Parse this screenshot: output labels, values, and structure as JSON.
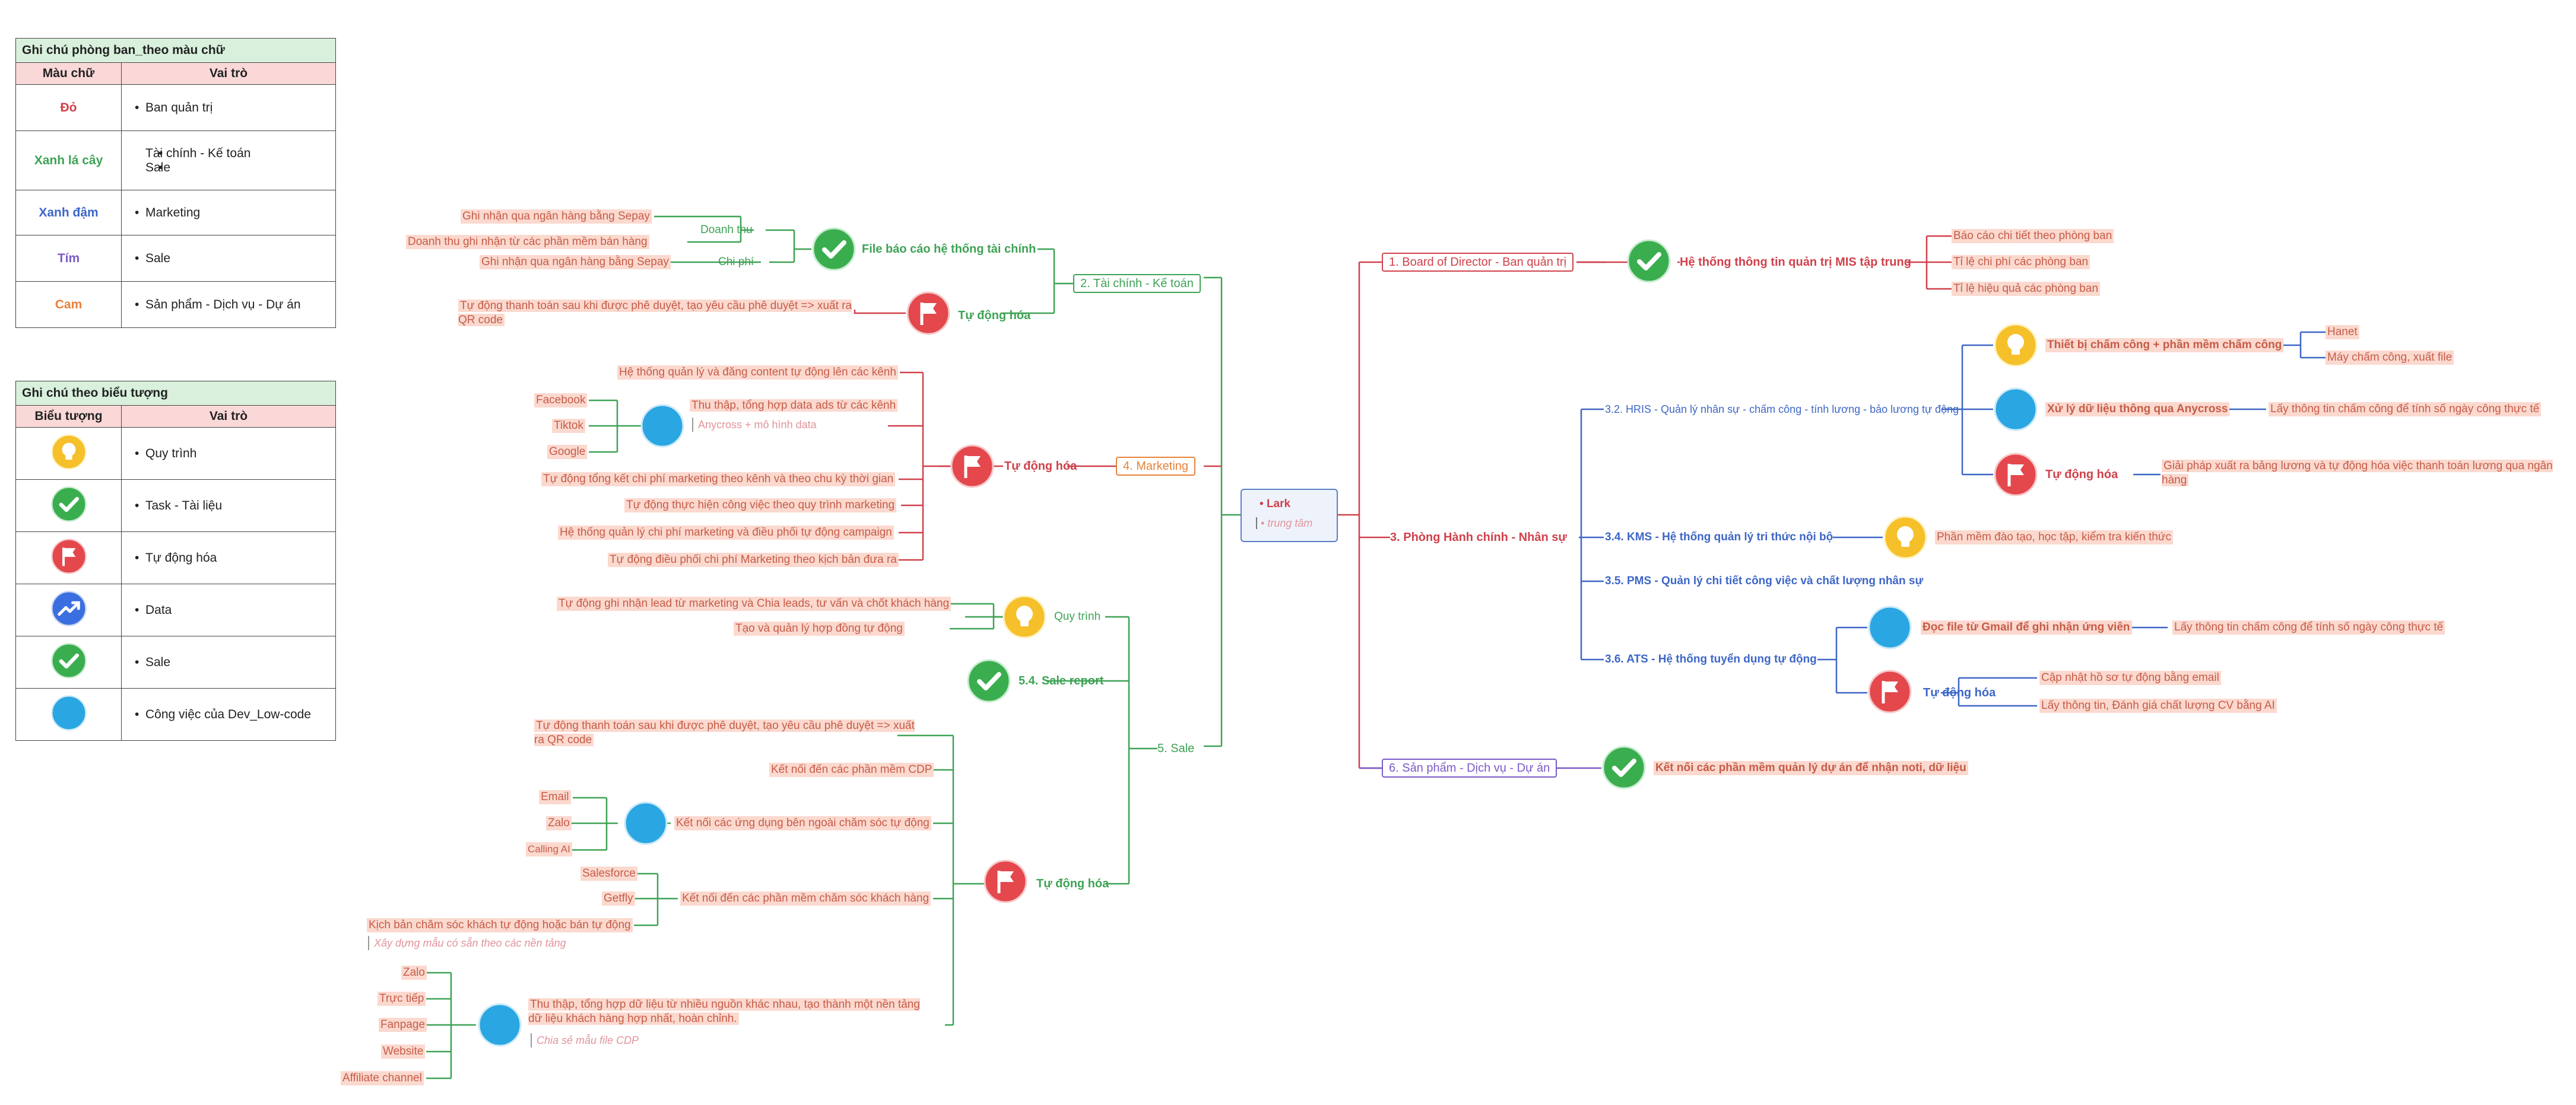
{
  "legend_color": {
    "title": "Ghi chú phòng ban_theo màu chữ",
    "col1": "Màu chữ",
    "col2": "Vai trò",
    "rows": [
      {
        "color_name": "Đỏ",
        "color": "#d0414b",
        "roles": [
          "Ban quản trị"
        ]
      },
      {
        "color_name": "Xanh lá cây",
        "color": "#3ea355",
        "roles": [
          "Tài chính - Kế toán",
          "Sale"
        ]
      },
      {
        "color_name": "Xanh đậm",
        "color": "#3d66c6",
        "roles": [
          "Marketing"
        ]
      },
      {
        "color_name": "Tím",
        "color": "#7b5ac9",
        "roles": [
          "Sale"
        ]
      },
      {
        "color_name": "Cam",
        "color": "#e7823a",
        "roles": [
          "Sản phẩm - Dịch vụ - Dự án"
        ]
      }
    ]
  },
  "legend_icon": {
    "title": "Ghi chú theo biểu tượng",
    "col1": "Biểu tượng",
    "col2": "Vai trò",
    "rows": [
      {
        "icon": "lightbulb-icon",
        "role": "Quy trình"
      },
      {
        "icon": "check-icon",
        "role": "Task - Tài liệu"
      },
      {
        "icon": "flag-icon",
        "role": "Tự động hóa"
      },
      {
        "icon": "trend-up-icon",
        "role": "Data"
      },
      {
        "icon": "check-icon",
        "role": "Sale"
      },
      {
        "icon": "blue-dot-icon",
        "role": "Công việc của Dev_Low-code"
      }
    ]
  },
  "root": {
    "title": "Lark",
    "subtitle": "trung tâm"
  },
  "branches": {
    "board": "1. Board of Director - Ban quản trị",
    "finance": "2. Tài chính - Kế toán",
    "hr": "3. Phòng Hành chính - Nhân sự",
    "marketing": "4. Marketing",
    "sale": "5. Sale",
    "product": "6. Sản phẩm - Dịch vụ - Dự án"
  },
  "board": {
    "mis": "Hệ thống thông tin quản trị MIS tập trung",
    "items": [
      "Báo cáo chi tiết theo phòng ban",
      "Tỉ lệ chi phí các phòng ban",
      "Tỉ lệ hiệu quả các phòng ban"
    ]
  },
  "finance": {
    "report": "File báo cáo hệ thống tài chính",
    "revenue": "Doanh thu",
    "expense": "Chi phí",
    "revenue_items": [
      "Ghi nhận qua ngân hàng bằng Sepay",
      "Doanh thu ghi nhận từ các phần mềm bán hàng"
    ],
    "expense_items": [
      "Ghi nhận qua ngân hàng bằng Sepay"
    ],
    "auto": "Tự động hóa",
    "auto_item": "Tự động thanh toán sau khi được phê duyệt, tạo yêu cầu phê duyệt => xuất ra QR code"
  },
  "marketing": {
    "auto": "Tự động hóa",
    "items": [
      "Hệ thống quản lý và đăng content tự động lên các kênh",
      "Tự động tổng kết chi phí marketing theo kênh và theo chu kỳ thời gian",
      "Tự động thực hiện công việc theo quy trình marketing",
      "Hệ thống quản lý chi phí marketing và điều phối tự động campaign",
      "Tự động điều phối chi phí Marketing theo kịch bản đưa ra"
    ],
    "ads": "Thu thập, tổng hợp data ads từ các kênh",
    "ads_sub": "Anycross + mô hình data",
    "channels": [
      "Facebook",
      "Tiktok",
      "Google"
    ]
  },
  "sale": {
    "process": "Quy trình",
    "process_items": [
      "Tự động ghi nhận lead từ marketing và Chia leads, tư vấn và chốt khách hàng",
      "Tạo và quản lý hợp đồng tự động"
    ],
    "report": "5.4. Sale report",
    "auto": "Tự động hóa",
    "pay": "Tự động thanh toán sau khi được phê duyệt, tạo yêu cầu phê duyệt => xuất ra QR code",
    "cdp": "Kết nối đến các phần mềm CDP",
    "care_ext": "Kết nối các ứng dụng bên ngoài chăm sóc tự động",
    "care_ext_items": [
      "Email",
      "Zalo",
      "Calling AI"
    ],
    "care_sw": "Kết nối đến các phần mềm chăm sóc khách hàng",
    "care_sw_items": [
      "Salesforce",
      "Getfly"
    ],
    "script": "Kịch bản chăm sóc khách tự động hoặc bán tự động",
    "script_sub": "Xây dựng mẫu có sẵn theo các nền tảng",
    "collect": "Thu thập, tổng hợp dữ liệu từ nhiều nguồn khác nhau, tạo thành một nền tảng dữ liệu khách hàng hợp nhất, hoàn chỉnh.",
    "collect_sub": "Chia sẻ mẫu file CDP",
    "sources": [
      "Zalo",
      "Trực tiếp",
      "Fanpage",
      "Website",
      "Affiliate channel"
    ]
  },
  "hr": {
    "hris": "3.2. HRIS - Quản lý nhân sự - chấm công - tính lương - bảo lương tự động",
    "hris_device": "Thiết bị chấm công + phần mềm chấm công",
    "hris_device_items": [
      "Hanet",
      "Máy chấm công, xuất file"
    ],
    "hris_data": "Xử lý dữ liệu thông qua Anycross",
    "hris_data_item": "Lấy thông tin chấm công để tính số ngày công thực tế",
    "hris_auto": "Tự động hóa",
    "hris_auto_item": "Giải pháp xuất ra bảng lương và tự động hóa việc thanh toán lương qua ngân hàng",
    "kms": "3.4. KMS - Hệ thống quản lý tri thức nội bộ",
    "kms_item": "Phần mềm đào tạo, học tập, kiểm tra kiến thức",
    "pms": "3.5. PMS - Quản lý chi tiết công việc và chất lượng nhân sự",
    "ats": "3.6. ATS - Hệ thống tuyển dụng tự động",
    "ats_gmail": "Đọc file từ Gmail để ghi nhận ứng viên",
    "ats_gmail_item": "Lấy thông tin chấm công để tính số ngày công thực tế",
    "ats_auto": "Tự động hóa",
    "ats_auto_items": [
      "Cập nhật hồ sơ tự động bằng email",
      "Lấy thông tin, Đánh giá chất lượng CV bằng AI"
    ]
  },
  "product": {
    "connect": "Kết nối các phần mềm quản lý dự án để nhận noti, dữ liệu"
  },
  "colors": {
    "green": "#3ea355",
    "red": "#d0414b",
    "blue": "#3d66c6",
    "orange": "#e7823a",
    "purple": "#7b5ac9",
    "yellow": "#f5c02a",
    "dot": "#2aa6e3",
    "highlight": "#fbd9cf"
  }
}
